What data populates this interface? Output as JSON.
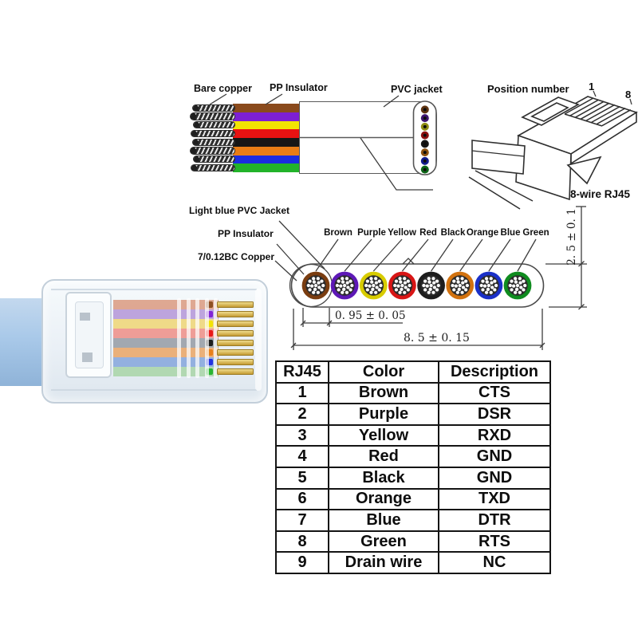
{
  "ribbon_diagram": {
    "label_bare_copper": "Bare copper",
    "label_pp_insulator": "PP Insulator",
    "label_pvc_jacket": "PVC jacket"
  },
  "connector_drawing": {
    "label_position_number": "Position number",
    "label_pin_first": "1",
    "label_pin_last": "8",
    "caption": "8-wire RJ45"
  },
  "cross_section": {
    "label_jacket": "Light blue PVC Jacket",
    "label_insulator": "PP Insulator",
    "label_copper": "7/0.12BC Copper",
    "dim_height": "2. 5 ± 0. 1",
    "dim_wire_diameter": "0. 95 ± 0. 05",
    "dim_width": "8. 5 ± 0. 15"
  },
  "wires": [
    {
      "name": "Brown",
      "band": "#8a4a1c",
      "ring": "#7a3d10",
      "dark": "#5e3310",
      "pastel": "#dc9f86"
    },
    {
      "name": "Purple",
      "band": "#7d1fd4",
      "ring": "#5d18b6",
      "dark": "#3e1470",
      "pastel": "#b79bd9"
    },
    {
      "name": "Yellow",
      "band": "#f2e400",
      "ring": "#d8cc00",
      "dark": "#8f8b14",
      "pastel": "#eed77b"
    },
    {
      "name": "Red",
      "band": "#e81212",
      "ring": "#d81616",
      "dark": "#8c1010",
      "pastel": "#ee948c"
    },
    {
      "name": "Black",
      "band": "#161616",
      "ring": "#1d1d1d",
      "dark": "#141414",
      "pastel": "#9aa0a8"
    },
    {
      "name": "Orange",
      "band": "#e87d16",
      "ring": "#d2720f",
      "dark": "#8c5210",
      "pastel": "#eaa96d"
    },
    {
      "name": "Blue",
      "band": "#1b2ce0",
      "ring": "#1a30c8",
      "dark": "#121c8c",
      "pastel": "#8aa8dd"
    },
    {
      "name": "Green",
      "band": "#22b32a",
      "ring": "#0f8c1f",
      "dark": "#0c6416",
      "pastel": "#abd6ab"
    }
  ],
  "photo": {
    "cable_color": "#a9c9e9",
    "body_tint": "#eef3f8",
    "pin_gold": "#d9b455"
  },
  "pinout_table": {
    "headers": [
      "RJ45",
      "Color",
      "Description"
    ],
    "rows": [
      [
        "1",
        "Brown",
        "CTS"
      ],
      [
        "2",
        "Purple",
        "DSR"
      ],
      [
        "3",
        "Yellow",
        "RXD"
      ],
      [
        "4",
        "Red",
        "GND"
      ],
      [
        "5",
        "Black",
        "GND"
      ],
      [
        "6",
        "Orange",
        "TXD"
      ],
      [
        "7",
        "Blue",
        "DTR"
      ],
      [
        "8",
        "Green",
        "RTS"
      ],
      [
        "9",
        "Drain wire",
        "NC"
      ]
    ]
  }
}
